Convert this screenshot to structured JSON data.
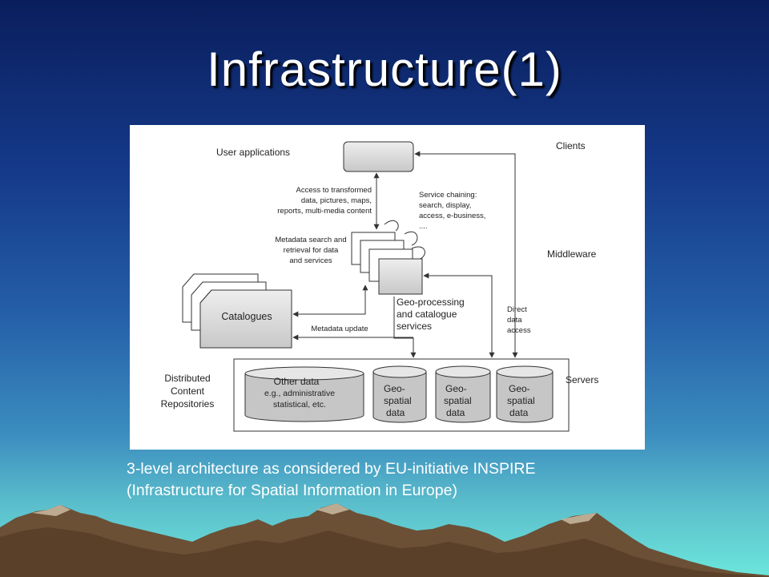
{
  "slide": {
    "title": "Infrastructure(1)",
    "caption_line1": "3-level architecture as considered by EU-initiative INSPIRE",
    "caption_line2": "(Infrastructure for Spatial Information in Europe)"
  },
  "diagram": {
    "tiers": {
      "clients": "Clients",
      "middleware": "Middleware",
      "servers": "Servers"
    },
    "user_applications": "User applications",
    "access_label": [
      "Access to transformed",
      "data, pictures, maps,",
      "reports, multi-media content"
    ],
    "service_chaining_label": [
      "Service chaining:",
      "search, display,",
      "access, e-business,",
      "...."
    ],
    "metadata_search_label": [
      "Metadata search and",
      "retrieval for data",
      "and services"
    ],
    "catalogues": "Catalogues",
    "geo_processing_label": [
      "Geo-processing",
      "and catalogue",
      "services"
    ],
    "direct_access_label": [
      "Direct",
      "data",
      "access"
    ],
    "metadata_update": "Metadata update",
    "distributed_repositories": [
      "Distributed",
      "Content",
      "Repositories"
    ],
    "other_data": {
      "title": "Other data",
      "lines": [
        "e.g., administrative",
        "statistical, etc."
      ]
    },
    "geo_spatial_data": [
      "Geo-",
      "spatial",
      "data"
    ]
  },
  "colors": {
    "box_fill": "#d4d4d4",
    "line": "#333333",
    "cylinder_fill": "#c4c4c4"
  }
}
